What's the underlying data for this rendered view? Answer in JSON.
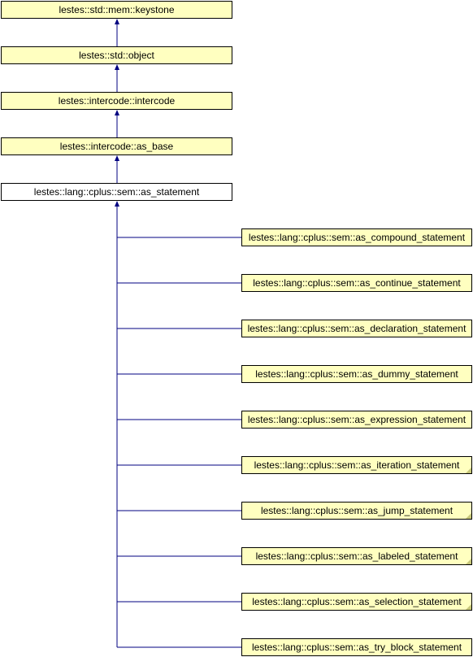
{
  "colors": {
    "node_fill": "#ffffc0",
    "current_fill": "#ffffff",
    "border": "#000000",
    "edge": "#000080"
  },
  "ancestors": [
    {
      "id": "keystone",
      "label": "lestes::std::mem::keystone"
    },
    {
      "id": "object",
      "label": "lestes::std::object"
    },
    {
      "id": "intercode",
      "label": "lestes::intercode::intercode"
    },
    {
      "id": "as-base",
      "label": "lestes::intercode::as_base"
    }
  ],
  "current": {
    "id": "as-statement",
    "label": "lestes::lang::cplus::sem::as_statement"
  },
  "children": [
    {
      "id": "as-compound-statement",
      "label": "lestes::lang::cplus::sem::as_compound_statement",
      "has_children": false
    },
    {
      "id": "as-continue-statement",
      "label": "lestes::lang::cplus::sem::as_continue_statement",
      "has_children": false
    },
    {
      "id": "as-declaration-statement",
      "label": "lestes::lang::cplus::sem::as_declaration_statement",
      "has_children": false
    },
    {
      "id": "as-dummy-statement",
      "label": "lestes::lang::cplus::sem::as_dummy_statement",
      "has_children": false
    },
    {
      "id": "as-expression-statement",
      "label": "lestes::lang::cplus::sem::as_expression_statement",
      "has_children": false
    },
    {
      "id": "as-iteration-statement",
      "label": "lestes::lang::cplus::sem::as_iteration_statement",
      "has_children": true
    },
    {
      "id": "as-jump-statement",
      "label": "lestes::lang::cplus::sem::as_jump_statement",
      "has_children": true
    },
    {
      "id": "as-labeled-statement",
      "label": "lestes::lang::cplus::sem::as_labeled_statement",
      "has_children": true
    },
    {
      "id": "as-selection-statement",
      "label": "lestes::lang::cplus::sem::as_selection_statement",
      "has_children": true
    },
    {
      "id": "as-try-block-statement",
      "label": "lestes::lang::cplus::sem::as_try_block_statement",
      "has_children": false
    }
  ]
}
